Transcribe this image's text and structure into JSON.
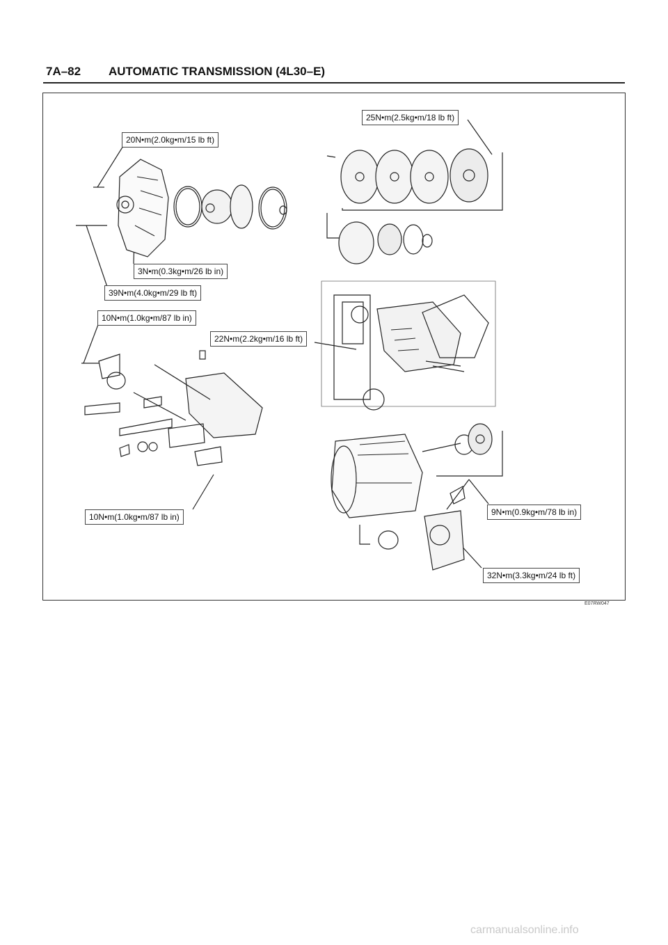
{
  "header": {
    "page_number": "7A–82",
    "title": "AUTOMATIC TRANSMISSION (4L30–E)"
  },
  "figure": {
    "labels": {
      "l1": "25N•m(2.5kg•m/18 lb ft)",
      "l2": "20N•m(2.0kg•m/15 lb ft)",
      "l3": "3N•m(0.3kg•m/26 lb in)",
      "l4": "39N•m(4.0kg•m/29 lb ft)",
      "l5": "10N•m(1.0kg•m/87 lb in)",
      "l6": "22N•m(2.2kg•m/16 lb ft)",
      "l7": "10N•m(1.0kg•m/87 lb in)",
      "l8": "9N•m(0.9kg•m/78 lb in)",
      "l9": "32N•m(3.3kg•m/24 lb ft)"
    },
    "code": "E07RW047"
  },
  "watermark": "carmanualsonline.info"
}
